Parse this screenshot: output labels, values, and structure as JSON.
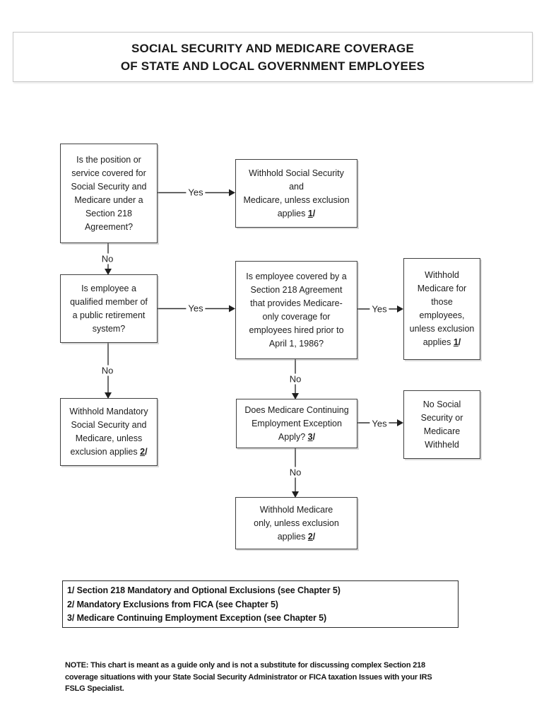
{
  "title": {
    "line1": "SOCIAL SECURITY AND MEDICARE COVERAGE",
    "line2": "OF STATE AND LOCAL GOVERNMENT EMPLOYEES"
  },
  "labels": {
    "yes": "Yes",
    "no": "No"
  },
  "boxes": {
    "q1": {
      "lines": [
        "Is the position or",
        "service covered for",
        "Social Security and",
        "Medicare under a",
        "Section 218",
        "Agreement?"
      ]
    },
    "a1": {
      "lines": [
        "Withhold Social Security",
        "and",
        "Medicare, unless exclusion"
      ],
      "ref_prefix": "applies ",
      "ref_digit": "1",
      "ref_slash": "/"
    },
    "q2": {
      "lines": [
        "Is employee a",
        "qualified member of",
        "a public retirement",
        "system?"
      ]
    },
    "q3": {
      "lines": [
        "Is employee covered by a",
        "Section 218 Agreement",
        "that provides Medicare-",
        "only coverage for",
        "employees hired prior to",
        "April 1, 1986?"
      ]
    },
    "a2": {
      "lines": [
        "Withhold",
        "Medicare for",
        "those",
        "employees,",
        "unless exclusion"
      ],
      "ref_prefix": "applies ",
      "ref_digit": "1",
      "ref_slash": "/"
    },
    "a3": {
      "lines": [
        "Withhold Mandatory",
        "Social Security and",
        "Medicare, unless"
      ],
      "ref_prefix": "exclusion applies ",
      "ref_digit": "2",
      "ref_slash": "/"
    },
    "q4": {
      "lines": [
        "Does Medicare Continuing",
        "Employment Exception"
      ],
      "ref_prefix": "Apply? ",
      "ref_digit": "3",
      "ref_slash": "/"
    },
    "a4": {
      "lines": [
        "No Social",
        "Security or",
        "Medicare",
        "Withheld"
      ]
    },
    "a5": {
      "lines": [
        "Withhold Medicare",
        "only, unless exclusion"
      ],
      "ref_prefix": "applies ",
      "ref_digit": "2",
      "ref_slash": "/"
    }
  },
  "footnotes": {
    "items": [
      "1/ Section 218 Mandatory and Optional Exclusions (see Chapter 5)",
      "2/ Mandatory Exclusions from FICA (see Chapter 5)",
      "3/ Medicare Continuing Employment Exception (see Chapter 5)"
    ]
  },
  "note": {
    "line1": "NOTE: This chart is meant as a guide only and is not a substitute for discussing complex Section 218",
    "line2": "coverage situations with your State Social Security Administrator or FICA taxation Issues with your IRS",
    "line3": "FSLG Specialist."
  },
  "colors": {
    "ink": "#1f1f1f",
    "box_border": "#404040",
    "title_border": "#c6c6c6",
    "background": "#ffffff"
  }
}
